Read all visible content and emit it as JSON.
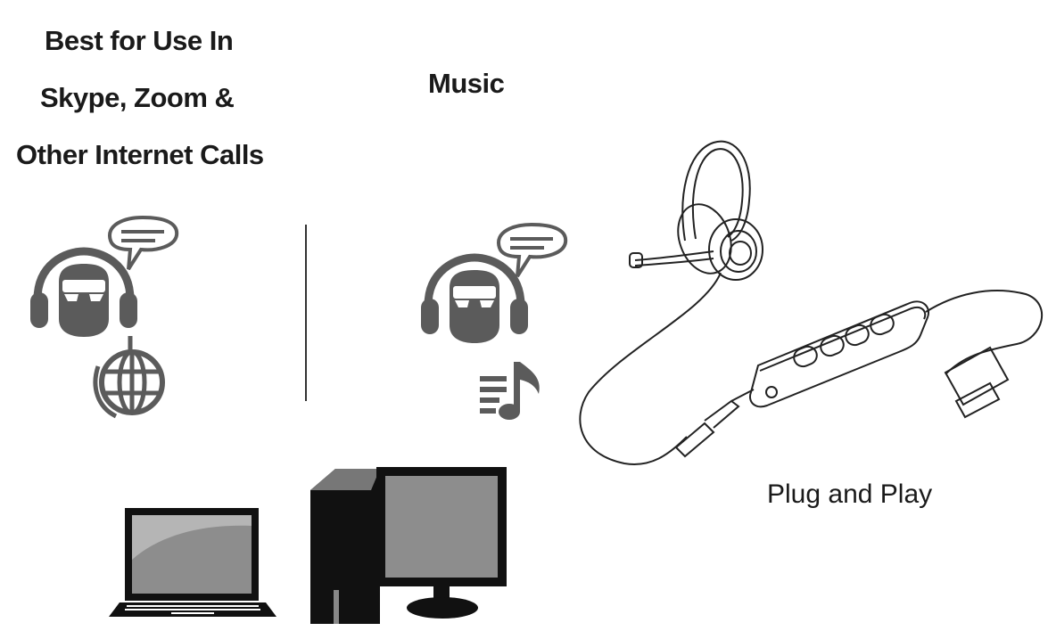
{
  "left": {
    "line1": "Best for Use In",
    "line2": "Skype, Zoom &",
    "line3": "Other Internet Calls"
  },
  "middle": {
    "title": "Music"
  },
  "right": {
    "caption": "Plug and Play"
  },
  "icons": {
    "calls_user": "headset-user-icon",
    "calls_bubble": "speech-bubble-icon",
    "globe": "globe-icon",
    "music_user": "headset-user-icon",
    "music_bubble": "speech-bubble-icon",
    "music_note": "music-playlist-icon",
    "laptop": "laptop-icon",
    "desktop": "desktop-computer-icon",
    "product": "usb-headset-illustration"
  },
  "colors": {
    "icon_gray": "#5b5b5b",
    "dark": "#1a1a1a"
  }
}
